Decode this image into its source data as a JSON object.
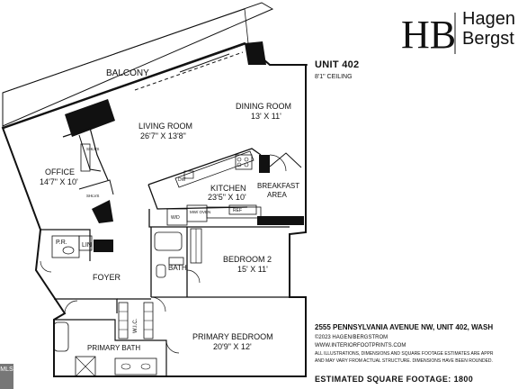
{
  "brand": {
    "logo_text": "HB",
    "name": "Hagen\nBergst"
  },
  "unit": {
    "title": "UNIT 402",
    "ceiling": "8'1\" CEILING"
  },
  "rooms": {
    "balcony": "BALCONY",
    "living": {
      "name": "LIVING ROOM",
      "dims": "26'7\" X 13'8\""
    },
    "dining": {
      "name": "DINING ROOM",
      "dims": "13' X 11'"
    },
    "office": {
      "name": "OFFICE",
      "dims": "14'7\" X 10'"
    },
    "kitchen": {
      "name": "KITCHEN",
      "dims": "23'5\" X 10'"
    },
    "breakfast": {
      "name": "BREAKFAST",
      "sub": "AREA"
    },
    "bedroom2": {
      "name": "BEDROOM 2",
      "dims": "15' X 11'"
    },
    "bath": "BATH",
    "foyer": "FOYER",
    "primary_bedroom": {
      "name": "PRIMARY BEDROOM",
      "dims": "20'9\" X 12'"
    },
    "primary_bath": "PRIMARY BATH",
    "wic": "W.I.C.",
    "pr": "P.R.",
    "lin": "LIN"
  },
  "fixtures": {
    "shlvs": "SHLVS",
    "dw": "DW",
    "wd": "W/D",
    "mw_oven": "MW/\nOVEN",
    "ref": "REF"
  },
  "info": {
    "address": "2555 PENNSYLVANIA AVENUE NW, UNIT 402, WASH",
    "copyright": "©2023 HAGEN/BERGSTROM",
    "website": "WWW.INTERIORFOOTPRINTS.COM",
    "disclaimer_1": "ALL ILLUSTRATIONS, DIMENSIONS AND SQUARE FOOTAGE ESTIMATES ARE APPR",
    "disclaimer_2": "AND MAY VARY FROM ACTUAL STRUCTURE. DIMENSIONS HAVE BEEN ROUNDED.",
    "sqft": "ESTIMATED SQUARE FOOTAGE: 1800"
  },
  "watermark": "MLS",
  "colors": {
    "line": "#111111",
    "wall": "#111111",
    "background": "#ffffff"
  }
}
